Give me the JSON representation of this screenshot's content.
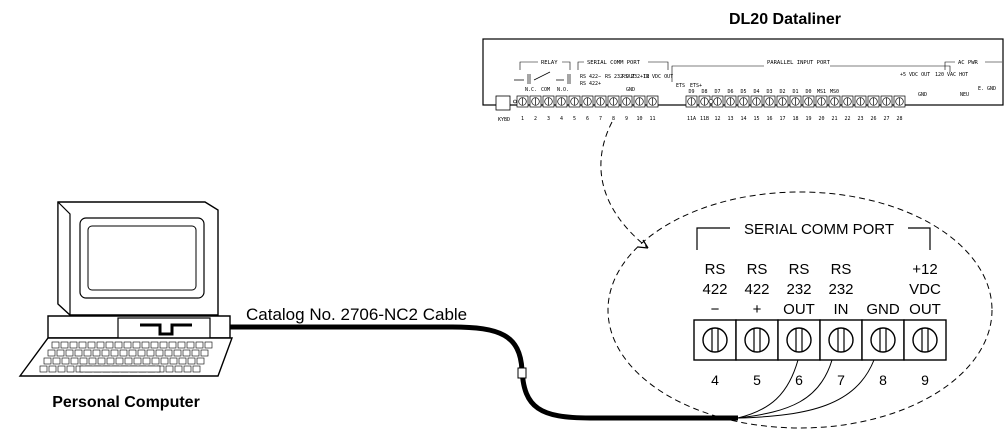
{
  "title": "DL20 Dataliner",
  "computer_label": "Personal Computer",
  "cable_label": "Catalog No. 2706-NC2 Cable",
  "port_title": "SERIAL COMM PORT",
  "terminals": [
    {
      "num": "4",
      "l1": "RS",
      "l2": "422",
      "l3": "−"
    },
    {
      "num": "5",
      "l1": "RS",
      "l2": "422",
      "l3": "+"
    },
    {
      "num": "6",
      "l1": "RS",
      "l2": "232",
      "l3": "OUT"
    },
    {
      "num": "7",
      "l1": "RS",
      "l2": "232",
      "l3": "IN"
    },
    {
      "num": "8",
      "l1": "",
      "l2": "",
      "l3": "GND"
    },
    {
      "num": "9",
      "l1": "+12",
      "l2": "VDC",
      "l3": "OUT"
    }
  ],
  "panel": {
    "relay": "RELAY",
    "serial": "SERIAL COMM PORT",
    "parallel": "PARALLEL INPUT PORT",
    "acpwr": "AC PWR",
    "relay_sub": [
      "N.C.",
      "COM",
      "N.O."
    ],
    "rs_sub": [
      "RS 422−",
      "RS 422+",
      "RS 232 OUT",
      "RS 232 IN",
      "GND",
      "+12 VDC OUT"
    ],
    "ets": [
      "ETS",
      "ETS+"
    ],
    "digits": [
      "D9",
      "D8",
      "D7",
      "D6",
      "D5",
      "D4",
      "D3",
      "D2",
      "D1",
      "D0",
      "MS1",
      "MS0"
    ],
    "right_sub": [
      "+5 VDC OUT",
      "GND",
      "120 VAC HOT",
      "NEU",
      "E. GND"
    ],
    "kybd": "KYBD",
    "numbers": [
      "1",
      "2",
      "3",
      "4",
      "5",
      "6",
      "7",
      "8",
      "9",
      "10",
      "11",
      "11A",
      "11B",
      "12",
      "13",
      "14",
      "15",
      "16",
      "17",
      "18",
      "19",
      "20",
      "21",
      "22",
      "23",
      "26",
      "27",
      "28"
    ]
  }
}
